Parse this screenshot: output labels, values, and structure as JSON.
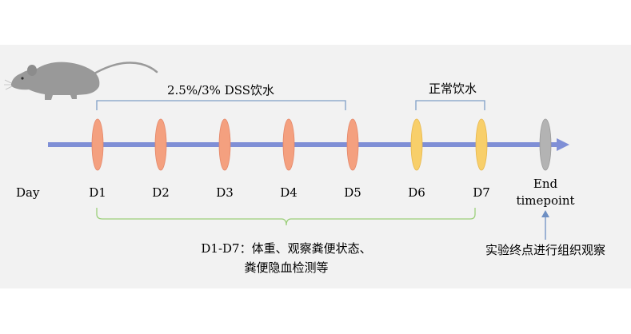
{
  "diagram": {
    "dss_phase_label": "2.5%/3% DSS饮水",
    "water_phase_label": "正常饮水",
    "day_axis_label": "Day",
    "days": [
      "D1",
      "D2",
      "D3",
      "D4",
      "D5",
      "D6",
      "D7"
    ],
    "end_label_line1": "End",
    "end_label_line2": "timepoint",
    "d1d7_note_line1": "D1-D7：体重、观察粪便状态、",
    "d1d7_note_line2": "粪便隐血检测等",
    "end_note": "实验终点进行组织观察",
    "colors": {
      "background_band": "#f2f2f2",
      "arrow": "#7f8fd6",
      "dss_marker": "#f4a07f",
      "water_marker": "#f8cf6a",
      "end_marker": "#b3b3b3",
      "dss_bracket": "#7f9fc6",
      "note_bracket": "#9bcf7a",
      "end_arrow": "#6e8fc3"
    },
    "icons": [
      "mouse-icon"
    ]
  }
}
